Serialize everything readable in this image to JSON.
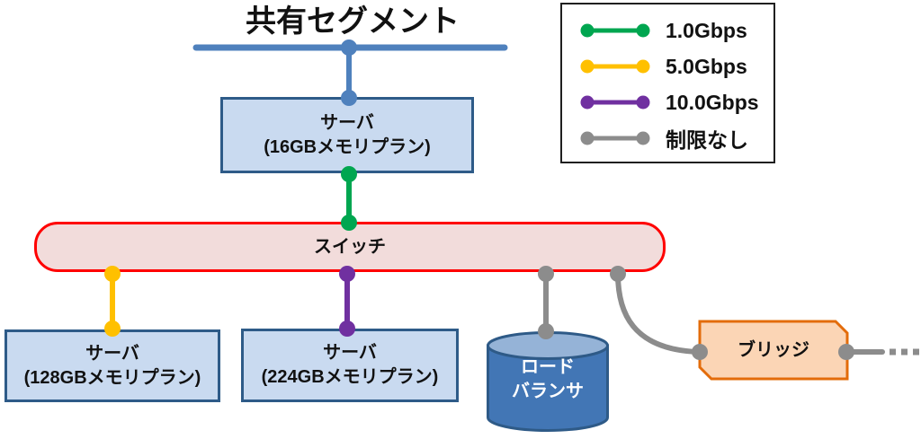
{
  "title": "共有セグメント",
  "legend": {
    "items": [
      {
        "label": "1.0Gbps",
        "color": "#00A650"
      },
      {
        "label": "5.0Gbps",
        "color": "#FFC000"
      },
      {
        "label": "10.0Gbps",
        "color": "#7030A0"
      },
      {
        "label": "制限なし",
        "color": "#8C8C8C"
      }
    ]
  },
  "nodes": {
    "shared_segment": "共有セグメント",
    "server_shared": {
      "line1": "サーバ",
      "line2": "(16GBメモリプラン)"
    },
    "switch_label": "スイッチ",
    "server_128": {
      "line1": "サーバ",
      "line2": "(128GBメモリプラン)"
    },
    "server_224": {
      "line1": "サーバ",
      "line2": "(224GBメモリプラン)"
    },
    "load_balancer": {
      "line1": "ロード",
      "line2": "バランサ"
    },
    "bridge_label": "ブリッジ"
  },
  "colors": {
    "blue": "#4F81BD",
    "green": "#00A650",
    "yellow": "#FFC000",
    "purple": "#7030A0",
    "gray": "#8C8C8C",
    "server_fill": "#C9DAF0",
    "server_border": "#2E5B88",
    "switch_fill": "#F2DCDB",
    "switch_border": "#FF0000",
    "bridge_fill": "#FBD5B5",
    "bridge_border": "#E36C0A",
    "lb_fill": "#4276B5",
    "lb_top_fill": "#95B3D7",
    "lb_border": "#2E5A87",
    "legend_border": "#1F1F1F"
  }
}
